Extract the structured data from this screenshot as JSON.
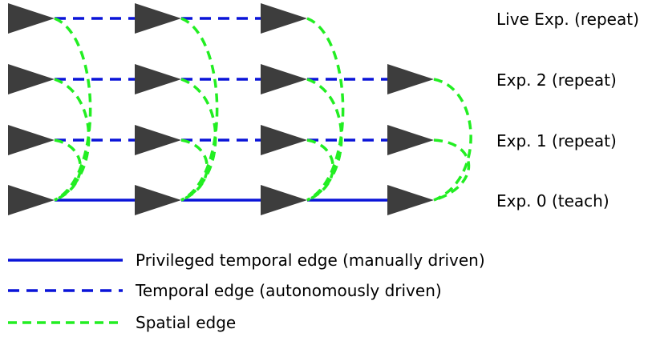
{
  "experiences": [
    {
      "label": "Live Exp. (repeat)",
      "edge": "temporal",
      "vertices": 3
    },
    {
      "label": "Exp. 2 (repeat)",
      "edge": "temporal",
      "vertices": 4
    },
    {
      "label": "Exp. 1 (repeat)",
      "edge": "temporal",
      "vertices": 4
    },
    {
      "label": "Exp. 0 (teach)",
      "edge": "privileged",
      "vertices": 4
    }
  ],
  "legend": {
    "privileged": "Privileged temporal edge (manually driven)",
    "temporal": "Temporal edge (autonomously driven)",
    "spatial": "Spatial edge"
  },
  "colors": {
    "vertex": "#3d3d3d",
    "temporal_edge": "#0a14d8",
    "spatial_edge": "#22ee22"
  }
}
